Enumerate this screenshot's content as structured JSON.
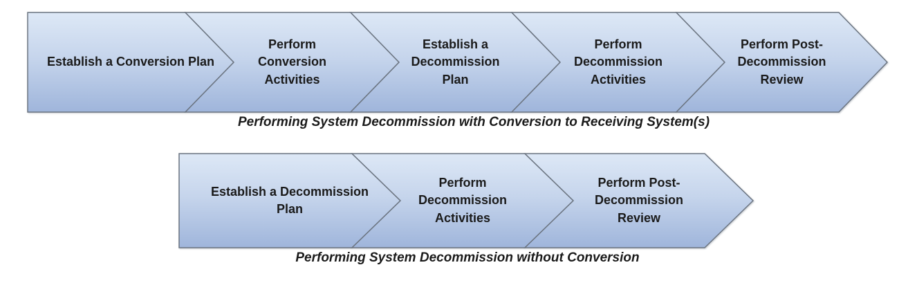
{
  "flows": [
    {
      "caption": "Performing System Decommission with Conversion to Receiving System(s)",
      "steps": [
        {
          "label": "Establish a Conversion Plan"
        },
        {
          "label": "Perform\nConversion\nActivities"
        },
        {
          "label": "Establish a\nDecommission\nPlan"
        },
        {
          "label": "Perform\nDecommission\nActivities"
        },
        {
          "label": "Perform Post-\nDecommission\nReview"
        }
      ]
    },
    {
      "caption": "Performing System Decommission without Conversion",
      "steps": [
        {
          "label": "Establish a Decommission\nPlan"
        },
        {
          "label": "Perform\nDecommission\nActivities"
        },
        {
          "label": "Perform Post-\nDecommission\nReview"
        }
      ]
    }
  ],
  "colors": {
    "chevron_fill_top": "#dde8f6",
    "chevron_fill_mid": "#c6d5ec",
    "chevron_fill_bottom": "#9fb5db",
    "chevron_border": "#6b7480",
    "text": "#1a1a1a"
  }
}
